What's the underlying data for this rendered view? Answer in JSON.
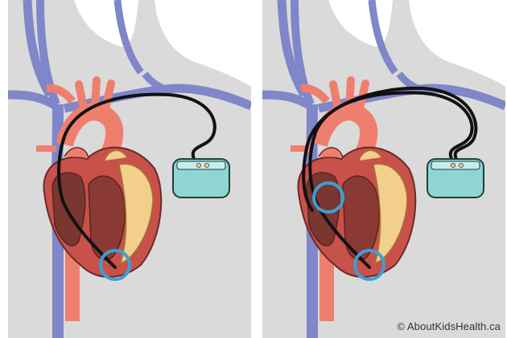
{
  "figure": {
    "panels": [
      {
        "id": "single-chamber",
        "leads": 1,
        "highlight_count": 1
      },
      {
        "id": "dual-chamber",
        "leads": 2,
        "highlight_count": 2
      }
    ],
    "copyright": "© AboutKidsHealth.ca"
  },
  "colors": {
    "background": "#ffffff",
    "body": "#dadada",
    "vein": "#7f86c9",
    "vein_outline": "#3b3f73",
    "artery": "#ee7f6e",
    "heart_wall": "#c8514a",
    "heart_interior": "#7a3630",
    "heart_yellow": "#f2cf8a",
    "lead": "#111111",
    "pacemaker": "#8fd5d3",
    "highlight": "#3aa0d8"
  }
}
